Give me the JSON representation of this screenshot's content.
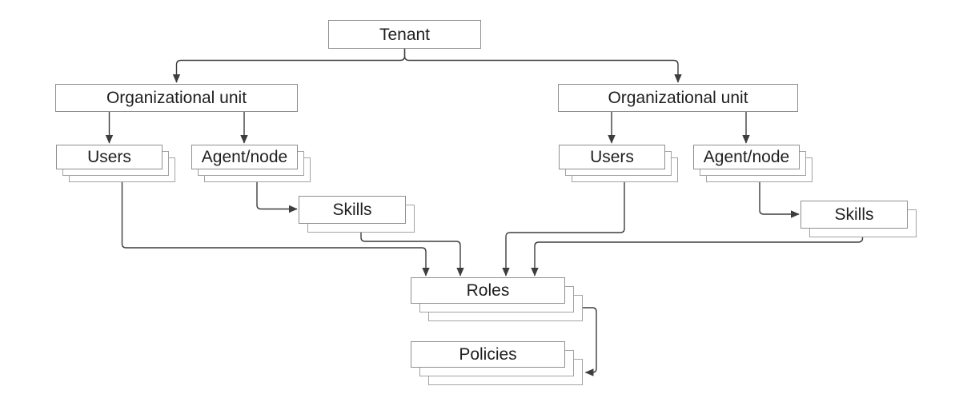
{
  "diagram": {
    "nodes": {
      "tenant": {
        "label": "Tenant"
      },
      "org_unit_left": {
        "label": "Organizational unit"
      },
      "org_unit_right": {
        "label": "Organizational unit"
      },
      "users_left": {
        "label": "Users"
      },
      "agent_node_left": {
        "label": "Agent/node"
      },
      "skills_left": {
        "label": "Skills"
      },
      "users_right": {
        "label": "Users"
      },
      "agent_node_right": {
        "label": "Agent/node"
      },
      "skills_right": {
        "label": "Skills"
      },
      "roles": {
        "label": "Roles"
      },
      "policies": {
        "label": "Policies"
      }
    },
    "edges": [
      {
        "from": "tenant",
        "to": "org_unit_left"
      },
      {
        "from": "tenant",
        "to": "org_unit_right"
      },
      {
        "from": "org_unit_left",
        "to": "users_left"
      },
      {
        "from": "org_unit_left",
        "to": "agent_node_left"
      },
      {
        "from": "org_unit_right",
        "to": "users_right"
      },
      {
        "from": "org_unit_right",
        "to": "agent_node_right"
      },
      {
        "from": "agent_node_left",
        "to": "skills_left"
      },
      {
        "from": "agent_node_right",
        "to": "skills_right"
      },
      {
        "from": "users_left",
        "to": "roles"
      },
      {
        "from": "skills_left",
        "to": "roles"
      },
      {
        "from": "users_right",
        "to": "roles"
      },
      {
        "from": "skills_right",
        "to": "roles"
      },
      {
        "from": "roles",
        "to": "policies"
      }
    ],
    "colors": {
      "background": "#ffffff",
      "box_border": "#8f8f8f",
      "stack_border": "#a3a3a3",
      "connector": "#3d3d3d",
      "text": "#1f1f1f"
    }
  }
}
